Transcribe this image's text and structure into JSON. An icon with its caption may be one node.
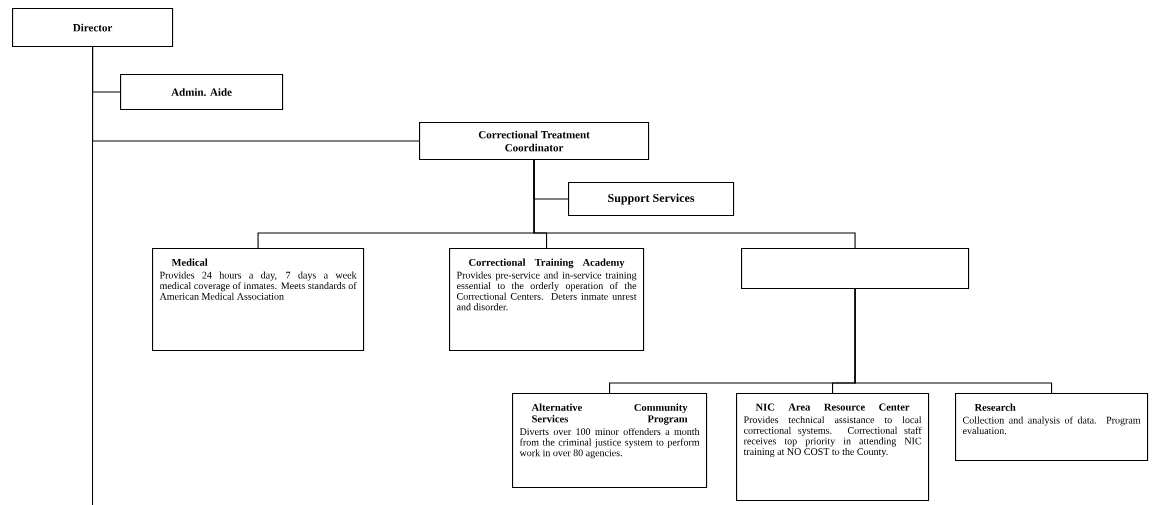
{
  "diagram": {
    "nodes": [
      {
        "text": [
          "Director"
        ]
      },
      {
        "text": [
          "Admin. Aide"
        ]
      },
      {
        "text": [
          "Correctional Treatment Coordinator"
        ]
      },
      {
        "text": [
          "Support Services"
        ]
      },
      {
        "text": [
          "Medical",
          "Provides 24 hours a day, 7 days a week medical coverage of inmates. Meets standards of American Medical Association"
        ]
      },
      {
        "text": [
          "Correctional Training Academy",
          "Provides pre-service and in-service training essential to the orderly operation of the Correctional Centers. Deters inmate unrest and disorder."
        ]
      },
      {
        "text": [],
        "shape": "box"
      },
      {
        "text": [
          "Alternative Community Services Program",
          "Diverts over 100 minor offenders a month from the criminal justice system to perform work in over 80 agencies."
        ]
      },
      {
        "text": [
          "NIC Area Resource Center",
          "Provides technical assistance to local correctional systems. Correctional staff receives top priority in attending NIC training at NO COST to the County."
        ]
      },
      {
        "text": [
          "Research",
          "Collection and analysis of data. Program evaluation."
        ]
      }
    ],
    "edges": [
      {
        "from": 0,
        "to": 1,
        "arrow": "none"
      },
      {
        "from": 0,
        "to": 2,
        "arrow": "none"
      },
      {
        "from": 0,
        "to": null,
        "arrow": "none"
      },
      {
        "from": 2,
        "to": 3,
        "arrow": "none"
      },
      {
        "from": 2,
        "to": 4,
        "arrow": "none"
      },
      {
        "from": 2,
        "to": 5,
        "arrow": "none"
      },
      {
        "from": 2,
        "to": 6,
        "arrow": "none"
      },
      {
        "from": 6,
        "to": 7,
        "arrow": "none"
      },
      {
        "from": 6,
        "to": 8,
        "arrow": "none"
      },
      {
        "from": 6,
        "to": 9,
        "arrow": "none"
      }
    ]
  }
}
